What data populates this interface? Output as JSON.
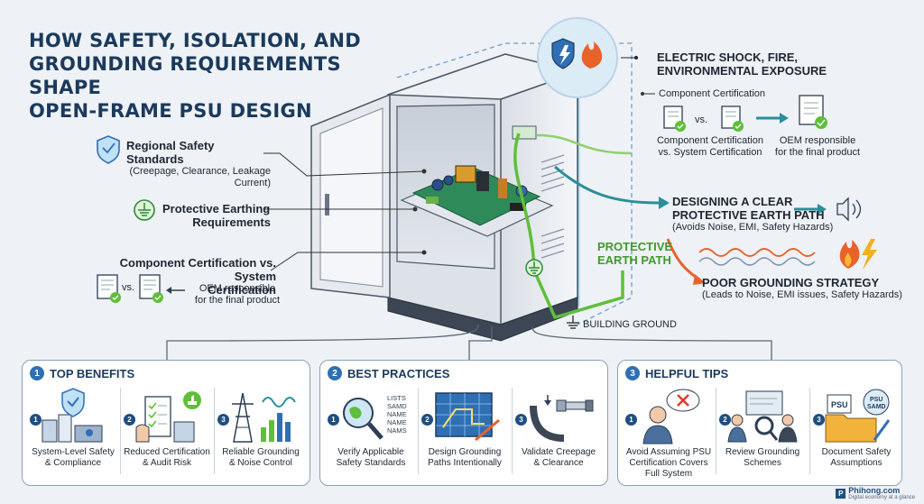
{
  "title": {
    "line1": "HOW SAFETY, ISOLATION, AND",
    "line2": "GROUNDING REQUIREMENTS SHAPE",
    "line3": "OPEN-FRAME PSU DESIGN"
  },
  "left_labels": {
    "standards": {
      "head": "Regional Safety Standards",
      "sub": "(Creepage, Clearance, Leakage Current)"
    },
    "earthing": {
      "head_line1": "Protective Earthing",
      "head_line2": "Requirements"
    },
    "certification": {
      "head_line1": "Component Certification vs. System",
      "head_line2": "Certification",
      "note_line1": "OEM responsible",
      "note_line2": "for the final product",
      "vs": "vs."
    }
  },
  "right_labels": {
    "hazards": {
      "line1": "ELECTRIC SHOCK, FIRE,",
      "line2": "ENVIRONMENTAL EXPOSURE"
    },
    "cert_title": "Component Certification",
    "cert_vs": "vs.",
    "cert_caption_line1": "Component Certification",
    "cert_caption_line2": "vs. System Certification",
    "oem_line1": "OEM responsible",
    "oem_line2": "for the final product",
    "clear_path": {
      "line1": "DESIGNING A CLEAR",
      "line2": "PROTECTIVE EARTH PATH",
      "sub": "(Avoids Noise, EMI, Safety Hazards)"
    },
    "pe_path": {
      "line1": "PROTECTIVE",
      "line2": "EARTH PATH"
    },
    "poor": {
      "head": "POOR GROUNDING STRATEGY",
      "sub": "(Leads to Noise, EMI issues, Safety Hazards)"
    },
    "building_ground": "BUILDING GROUND"
  },
  "panels": [
    {
      "number": "1",
      "title": "TOP BENEFITS",
      "items": [
        {
          "n": "1",
          "line1": "System-Level Safety",
          "line2": "& Compliance",
          "icon": "shield-factory-icon"
        },
        {
          "n": "2",
          "line1": "Reduced Certification",
          "line2": "& Audit Risk",
          "icon": "checklist-thumbs-up-icon"
        },
        {
          "n": "3",
          "line1": "Reliable Grounding",
          "line2": "& Noise Control",
          "icon": "tower-chart-icon"
        }
      ]
    },
    {
      "number": "2",
      "title": "BEST PRACTICES",
      "items": [
        {
          "n": "1",
          "line1": "Verify Applicable",
          "line2": "Safety Standards",
          "icon": "magnifier-globe-icon",
          "list": [
            "LISTS",
            "SAMD",
            "NAME",
            "NAME",
            "NAMS"
          ]
        },
        {
          "n": "2",
          "line1": "Design Grounding",
          "line2": "Paths Intentionally",
          "icon": "blueprint-icon"
        },
        {
          "n": "3",
          "line1": "Validate Creepage",
          "line2": "& Clearance",
          "icon": "micrometer-icon"
        }
      ]
    },
    {
      "number": "3",
      "title": "HELPFUL TIPS",
      "items": [
        {
          "n": "1",
          "line1": "Avoid Assuming PSU",
          "line2": "Certification Covers",
          "line3": "Full System",
          "icon": "person-cross-icon"
        },
        {
          "n": "2",
          "line1": "Review Grounding",
          "line2": "Schemes",
          "icon": "team-review-icon"
        },
        {
          "n": "3",
          "line1": "Document Safety",
          "line2": "Assumptions",
          "icon": "folder-docs-icon",
          "tags": [
            "PSU",
            "PSU",
            "SAMD"
          ]
        }
      ]
    }
  ],
  "watermark": {
    "brand": "Phihong.com",
    "tag": "Digital economy at a glance",
    "mark": "P"
  },
  "colors": {
    "title": "#1b3a5c",
    "accent_blue": "#2f6fb3",
    "earth_green": "#5fbf3a",
    "hazard_orange": "#e8622a",
    "teal_arrow": "#2a8f9a"
  }
}
